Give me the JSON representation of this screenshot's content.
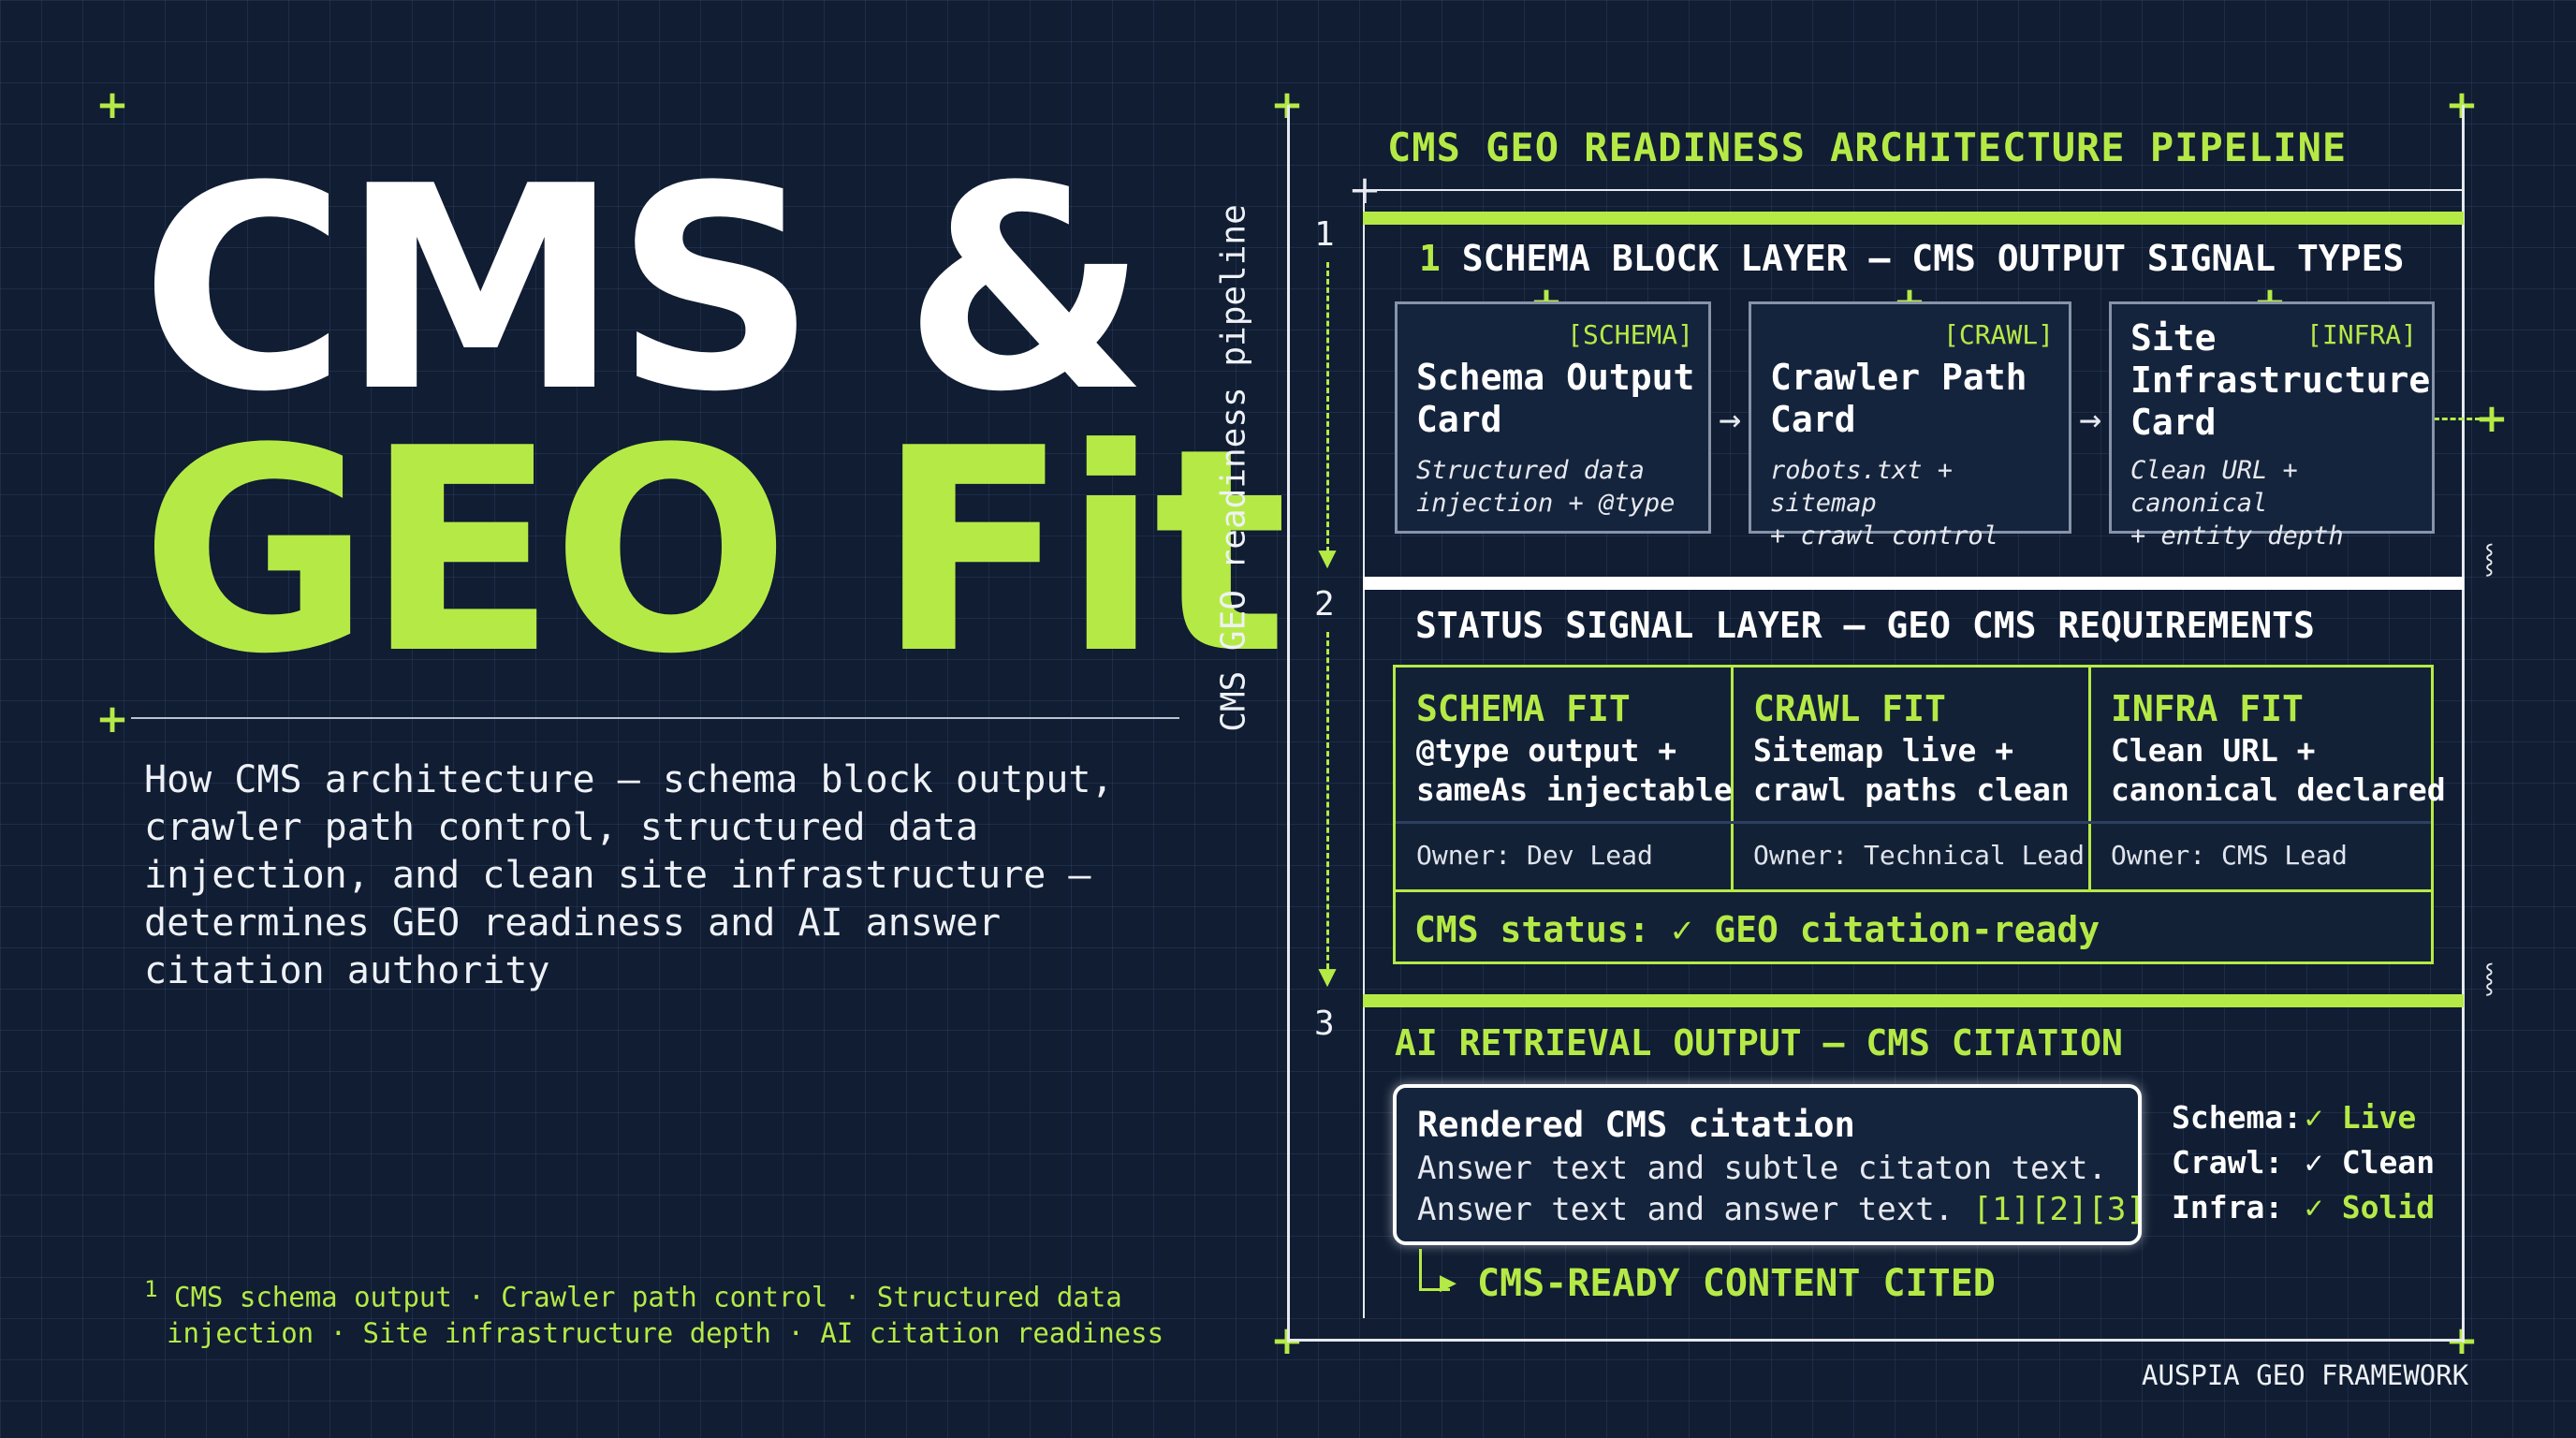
{
  "hero": {
    "line1": "CMS &",
    "line2": "GEO Fit"
  },
  "intro": "How CMS architecture — schema block output, crawler path control, structured data injection, and clean site infrastructure — determines GEO readiness and AI answer citation authority",
  "footnote": {
    "marker": "1",
    "line1": "CMS schema output · Crawler path control · Structured data",
    "line2": "injection · Site infrastructure depth · AI citation readiness"
  },
  "pipeline": {
    "title": "CMS GEO READINESS ARCHITECTURE PIPELINE",
    "vertical_label": "CMS GEO readiness pipeline",
    "layers": [
      {
        "step": "1",
        "inline_marker": "1",
        "title": "SCHEMA BLOCK LAYER — CMS OUTPUT SIGNAL TYPES",
        "cards": [
          {
            "tag": "[SCHEMA]",
            "title_l1": "Schema Output",
            "title_l2": "Card",
            "sub_l1": "Structured data",
            "sub_l2": "injection + @type"
          },
          {
            "tag": "[CRAWL]",
            "title_l1": "Crawler Path",
            "title_l2": "Card",
            "sub_l1": "robots.txt + sitemap",
            "sub_l2": "+ crawl control"
          },
          {
            "tag": "[INFRA]",
            "title_l1": "Site",
            "title_l2": "Infrastructure",
            "title_l3": "Card",
            "sub_l1": "Clean URL + canonical",
            "sub_l2": "+ entity depth"
          }
        ]
      },
      {
        "step": "2",
        "title": "STATUS SIGNAL LAYER — GEO CMS REQUIREMENTS",
        "fits": [
          {
            "title": "SCHEMA FIT",
            "desc_l1": "@type output +",
            "desc_l2": "sameAs injectable",
            "owner": "Owner: Dev Lead"
          },
          {
            "title": "CRAWL FIT",
            "desc_l1": "Sitemap live +",
            "desc_l2": "crawl paths clean",
            "owner": "Owner: Technical Lead"
          },
          {
            "title": "INFRA FIT",
            "desc_l1": "Clean URL +",
            "desc_l2": "canonical declared",
            "owner": "Owner: CMS Lead"
          }
        ],
        "status": "CMS status: ✓ GEO citation-ready"
      },
      {
        "step": "3",
        "title": "AI RETRIEVAL OUTPUT — CMS CITATION",
        "citation": {
          "title": "Rendered CMS citation",
          "line1": "Answer text and subtle citaton text.",
          "line2": "Answer text and answer text.",
          "refs": "[1][2][3]"
        },
        "stats": [
          {
            "key": "Schema:",
            "value": "✓ Live"
          },
          {
            "key": "Crawl:",
            "value": "✓ Clean"
          },
          {
            "key": "Infra:",
            "value": "✓ Solid"
          }
        ],
        "result": "CMS-READY CONTENT CITED"
      }
    ]
  },
  "brand": "AUSPIA GEO FRAMEWORK",
  "colors": {
    "background": "#101d33",
    "accent": "#b5ea46",
    "text": "#ffffff"
  }
}
